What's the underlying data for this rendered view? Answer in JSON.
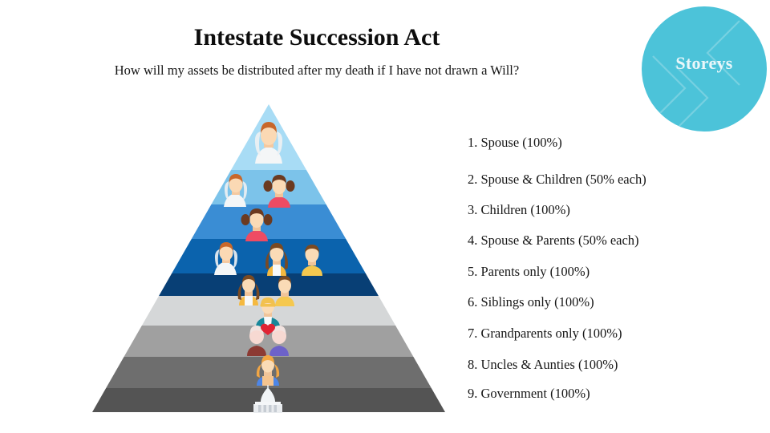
{
  "header": {
    "title": "Intestate Succession Act",
    "subtitle": "How will my assets be distributed after my death if I have not drawn a Will?"
  },
  "logo": {
    "name": "Storeys",
    "color": "#4cc3d9",
    "text_color": "#eaf7fa"
  },
  "colors": {
    "background": "#ffffff",
    "text": "#161616",
    "title": "#0d0d0d"
  },
  "chart_data": {
    "type": "pyramid",
    "title": "Intestate Succession Act",
    "subtitle": "How will my assets be distributed after my death if I have not drawn a Will?",
    "orientation": "top-to-bottom priority",
    "tiers": [
      {
        "rank": 1,
        "label": "Spouse",
        "share": "100%",
        "color": "#a8dcf5",
        "icons": [
          "bride"
        ]
      },
      {
        "rank": 2,
        "label": "Spouse & Children",
        "share": "50% each",
        "color": "#7cc3ea",
        "icons": [
          "bride",
          "girl-child"
        ]
      },
      {
        "rank": 3,
        "label": "Children",
        "share": "100%",
        "color": "#3a8dd4",
        "icons": [
          "girl-child"
        ]
      },
      {
        "rank": 4,
        "label": "Spouse & Parents",
        "share": "50% each",
        "color": "#0b63ad",
        "icons": [
          "bride",
          "mother",
          "father"
        ]
      },
      {
        "rank": 5,
        "label": "Parents only",
        "share": "100%",
        "color": "#083f75",
        "icons": [
          "mother",
          "father"
        ]
      },
      {
        "rank": 6,
        "label": "Siblings only",
        "share": "100%",
        "color": "#d5d7d8",
        "icons": [
          "sibling"
        ]
      },
      {
        "rank": 7,
        "label": "Grandparents only",
        "share": "100%",
        "color": "#a0a0a0",
        "icons": [
          "grandparents-couple"
        ]
      },
      {
        "rank": 8,
        "label": "Uncles & Aunties",
        "share": "100%",
        "color": "#6e6e6e",
        "icons": [
          "aunt"
        ]
      },
      {
        "rank": 9,
        "label": "Government",
        "share": "100%",
        "color": "#545454",
        "icons": [
          "government-building"
        ]
      }
    ]
  },
  "list": {
    "items": [
      {
        "text": "1. Spouse (100%)"
      },
      {
        "text": "2. Spouse & Children (50% each)"
      },
      {
        "text": "3. Children (100%)"
      },
      {
        "text": "4. Spouse & Parents (50% each)"
      },
      {
        "text": "5. Parents only (100%)"
      },
      {
        "text": "6. Siblings only (100%)"
      },
      {
        "text": "7. Grandparents only (100%)"
      },
      {
        "text": "8. Uncles & Aunties (100%)"
      },
      {
        "text": "9. Government (100%)"
      }
    ]
  }
}
